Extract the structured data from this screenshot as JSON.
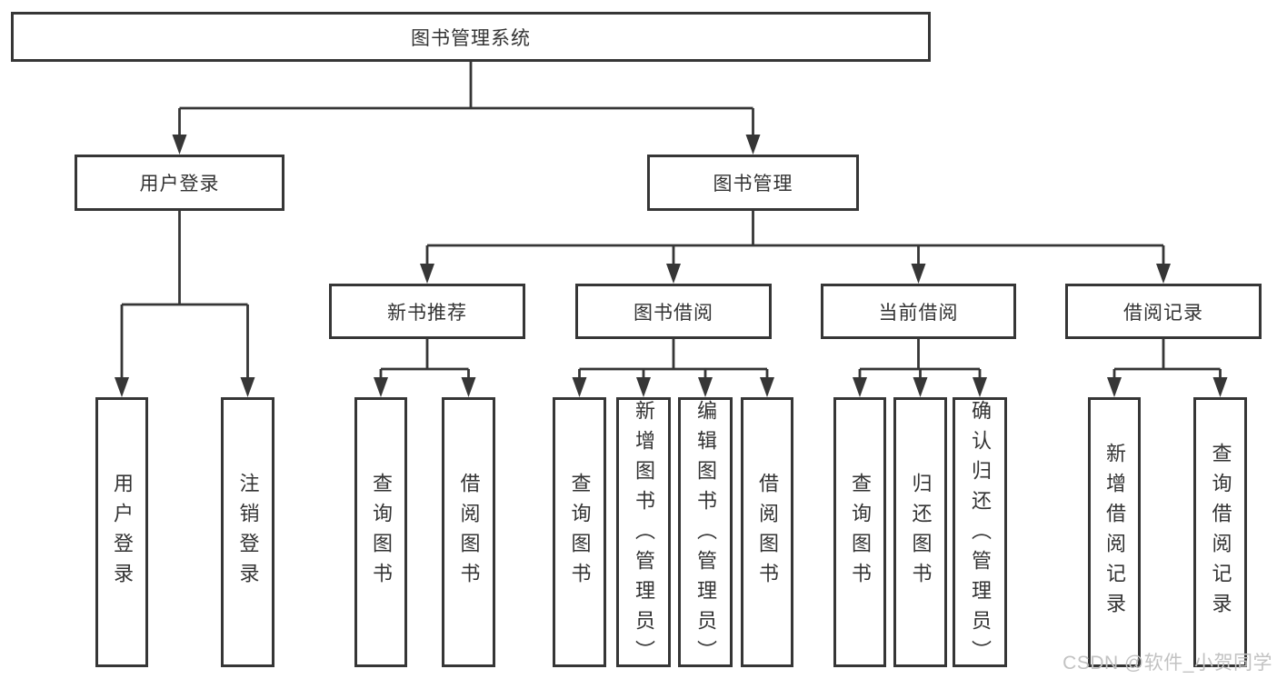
{
  "diagram_title": "图书管理系统",
  "tree": {
    "root": "图书管理系统",
    "branches": [
      {
        "label": "用户登录",
        "children": [
          "用户登录",
          "注销登录"
        ]
      },
      {
        "label": "图书管理",
        "children": [
          {
            "label": "新书推荐",
            "children": [
              "查询图书",
              "借阅图书"
            ]
          },
          {
            "label": "图书借阅",
            "children": [
              "查询图书",
              "新增图书（管理员）",
              "编辑图书（管理员）",
              "借阅图书"
            ]
          },
          {
            "label": "当前借阅",
            "children": [
              "查询图书",
              "归还图书",
              "确认归还（管理员）"
            ]
          },
          {
            "label": "借阅记录",
            "children": [
              "新增借阅记录",
              "查询借阅记录"
            ]
          }
        ]
      }
    ]
  },
  "watermark": {
    "text": "CSDN @软件_小贺同学"
  },
  "colors": {
    "line": "#363636",
    "text": "#333333",
    "watermark": "#c2c2c2",
    "background": "#ffffff"
  }
}
